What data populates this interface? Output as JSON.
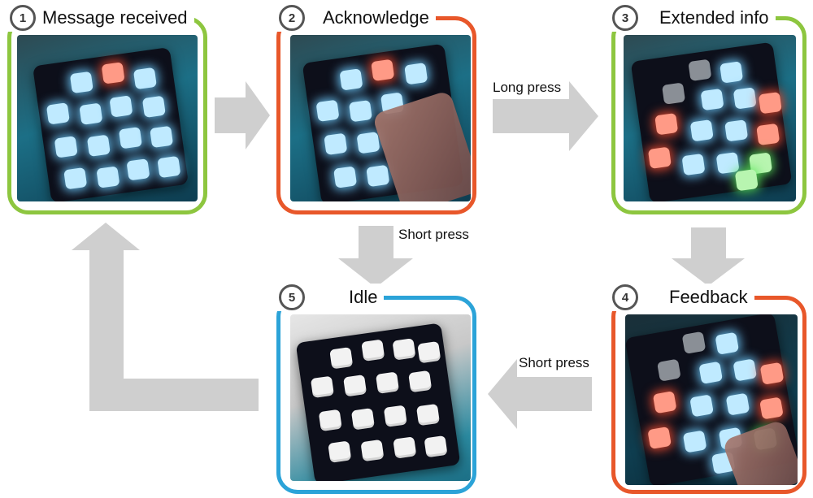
{
  "colors": {
    "green": "#8dc63f",
    "orange": "#e8572a",
    "blue": "#2ba3d8",
    "arrow": "#cfcfcf"
  },
  "stages": [
    {
      "number": "1",
      "title": "Message received",
      "border": "green"
    },
    {
      "number": "2",
      "title": "Acknowledge",
      "border": "orange"
    },
    {
      "number": "3",
      "title": "Extended info",
      "border": "green"
    },
    {
      "number": "4",
      "title": "Feedback",
      "border": "orange"
    },
    {
      "number": "5",
      "title": "Idle",
      "border": "blue"
    }
  ],
  "transitions": {
    "long_press": "Long press",
    "short_press_down": "Short press",
    "short_press_left": "Short press"
  }
}
